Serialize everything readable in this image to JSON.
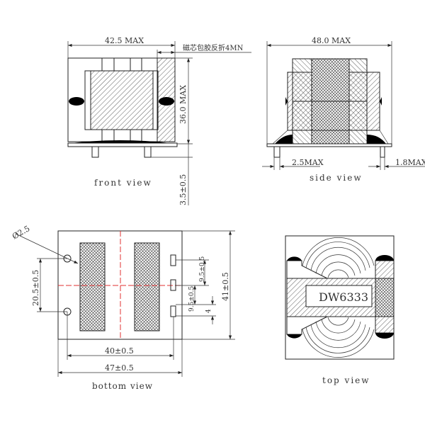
{
  "front_view": {
    "caption": "front view",
    "width_dim": "42.5 MAX",
    "height_dim": "36.0 MAX",
    "pin_dim": "3.5±0.5",
    "note": "磁芯包胶反折4MN"
  },
  "side_view": {
    "caption": "side view",
    "width_dim": "48.0 MAX",
    "left_pin_dim": "2.5MAX",
    "right_pin_dim": "1.8MAX"
  },
  "bottom_view": {
    "caption": "bottom view",
    "hole_dim": "Ø2.5",
    "hole_spacing_dim": "20.5±0.5",
    "pin_span_dim": "40±0.5",
    "width_dim": "47±0.5",
    "height_dim": "41±0.5",
    "pad_pitch_1": "9.5±0.5",
    "pad_pitch_2": "9.5±0.5",
    "pad_length_dim": "4"
  },
  "top_view": {
    "caption": "top view",
    "part_number": "DW6333"
  },
  "colors": {
    "line": "#222222",
    "centerline": "#e03030"
  }
}
